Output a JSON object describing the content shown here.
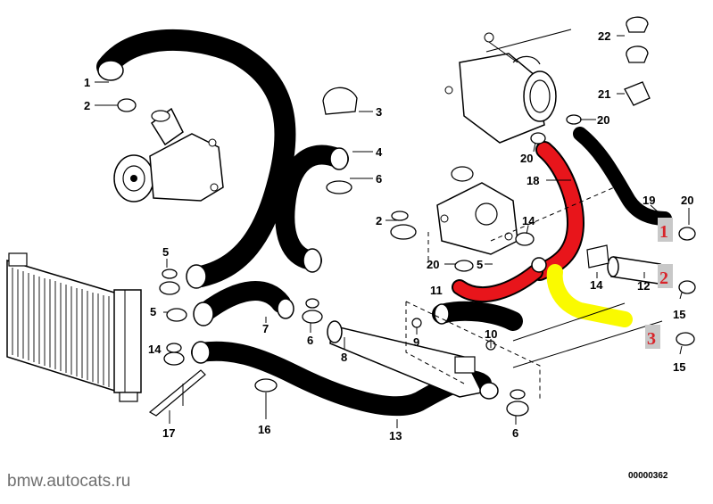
{
  "callouts": {
    "c1": "1",
    "c2a": "2",
    "c3": "3",
    "c4": "4",
    "c6a": "6",
    "c2b": "2",
    "c5a": "5",
    "c5b": "5",
    "c14a": "14",
    "c7": "7",
    "c6b": "6",
    "c8": "8",
    "c9": "9",
    "c10": "10",
    "c17": "17",
    "c16": "16",
    "c13": "13",
    "c6c": "6",
    "c20a": "20",
    "c5c": "5",
    "c14b": "14",
    "c11": "11",
    "c18": "18",
    "c20b": "20",
    "c20c": "20",
    "c14c": "14",
    "c12": "12",
    "c15a": "15",
    "c15b": "15",
    "c19": "19",
    "c20d": "20",
    "c22": "22",
    "c21": "21"
  },
  "markers": {
    "m1": "1",
    "m2": "2",
    "m3": "3"
  },
  "colors": {
    "highlight_red": "#e8151b",
    "highlight_yellow": "#fafa00",
    "marker_text": "#d8242a",
    "marker_bg": "#c8c8c8",
    "footer_site": "#6f6f6f"
  },
  "footer": {
    "site_prefix": "bmw.",
    "site_rest": "autocats.ru",
    "code": "00000362"
  }
}
